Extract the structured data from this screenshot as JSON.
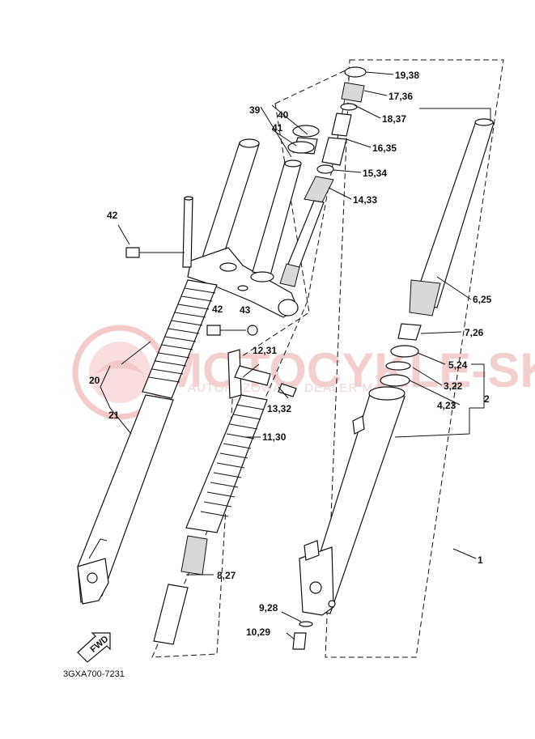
{
  "watermark": {
    "main": "MOTOCYKLE-SKLEP.PL",
    "sub": "AUTORYZOWANY DEALER MARKI"
  },
  "diagram_code": "3GXA700-7231",
  "fwd_label": "FWD",
  "callouts": {
    "c1": "1",
    "c2": "2",
    "c3_22": "3,22",
    "c4_23": "4,23",
    "c5_24": "5,24",
    "c6_25": "6,25",
    "c7_26": "7,26",
    "c8_27": "8,27",
    "c9_28": "9,28",
    "c10_29": "10,29",
    "c11_30": "11,30",
    "c12_31": "12,31",
    "c13_32": "13,32",
    "c14_33": "14,33",
    "c15_34": "15,34",
    "c16_35": "16,35",
    "c17_36": "17,36",
    "c18_37": "18,37",
    "c19_38": "19,38",
    "c20": "20",
    "c21": "21",
    "c39": "39",
    "c40": "40",
    "c41": "41",
    "c42a": "42",
    "c42b": "42",
    "c43": "43"
  }
}
